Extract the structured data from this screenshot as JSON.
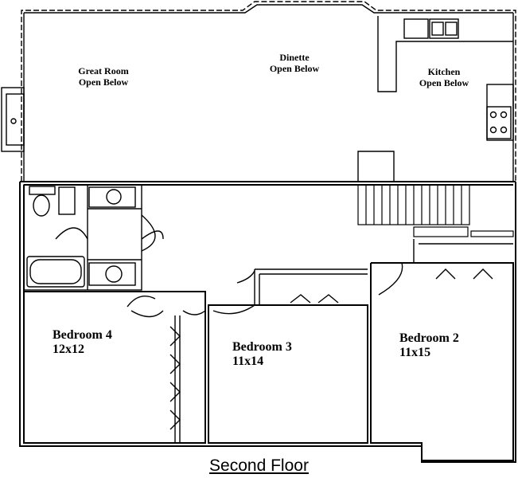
{
  "rooms_upper": {
    "great_room": {
      "name": "Great Room",
      "note": "Open Below"
    },
    "dinette": {
      "name": "Dinette",
      "note": "Open Below"
    },
    "kitchen": {
      "name": "Kitchen",
      "note": "Open Below"
    }
  },
  "bedrooms": [
    {
      "name": "Bedroom 4",
      "size": "12x12"
    },
    {
      "name": "Bedroom 3",
      "size": "11x14"
    },
    {
      "name": "Bedroom 2",
      "size": "11x15"
    }
  ],
  "floor_title": "Second Floor",
  "colors": {
    "line": "#000000",
    "background": "#ffffff"
  }
}
